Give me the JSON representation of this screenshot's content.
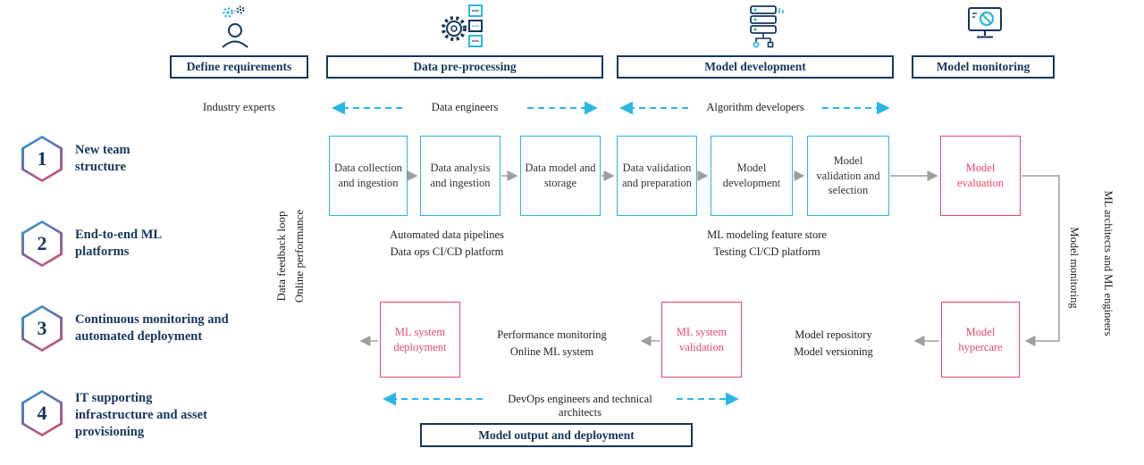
{
  "colors": {
    "navy": "#16365c",
    "cyan": "#2bb7e5",
    "red": "#e9486b",
    "arrow_gray": "#9e9e9e"
  },
  "icons": [
    {
      "name": "person-gears-icon",
      "meaning": "define requirements phase"
    },
    {
      "name": "gear-documents-icon",
      "meaning": "data pre-processing phase"
    },
    {
      "name": "server-stack-icon",
      "meaning": "model development phase"
    },
    {
      "name": "monitor-alert-icon",
      "meaning": "model monitoring phase"
    }
  ],
  "phases": [
    {
      "label": "Define requirements"
    },
    {
      "label": "Data pre-processing"
    },
    {
      "label": "Model development"
    },
    {
      "label": "Model monitoring"
    }
  ],
  "roles": {
    "industry": "Industry experts",
    "data_engineers": "Data engineers",
    "algorithm_developers": "Algorithm developers",
    "devops": "DevOps engineers and technical architects"
  },
  "sidebar": {
    "items": [
      {
        "num": "1",
        "label": "New team structure"
      },
      {
        "num": "2",
        "label": "End-to-end ML platforms"
      },
      {
        "num": "3",
        "label": "Continuous monitoring and automated deployment"
      },
      {
        "num": "4",
        "label": "IT supporting infrastructure and asset provisioning"
      }
    ]
  },
  "vertical": {
    "left_line1": "Data feedback loop",
    "left_line2": "Online performance",
    "right_inner": "Model monitoring",
    "right_outer": "ML architects and ML engineers"
  },
  "row1": {
    "boxes": [
      {
        "label": "Data collection and ingestion"
      },
      {
        "label": "Data analysis and ingestion"
      },
      {
        "label": "Data model and storage"
      },
      {
        "label": "Data validation and preparation"
      },
      {
        "label": "Model development"
      },
      {
        "label": "Model validation and selection"
      },
      {
        "label": "Model evaluation"
      }
    ],
    "note1_line1": "Automated data pipelines",
    "note1_line2": "Data ops CI/CD platform",
    "note2_line1": "ML modeling feature store",
    "note2_line2": "Testing CI/CD platform"
  },
  "row2": {
    "boxes": [
      {
        "label": "ML system deployment"
      },
      {
        "label": "ML system validation"
      },
      {
        "label": "Model hypercare"
      }
    ],
    "note1_line1": "Performance monitoring",
    "note1_line2": "Online ML system",
    "note2_line1": "Model repository",
    "note2_line2": "Model versioning"
  },
  "footer": {
    "label": "Model output and deployment"
  }
}
